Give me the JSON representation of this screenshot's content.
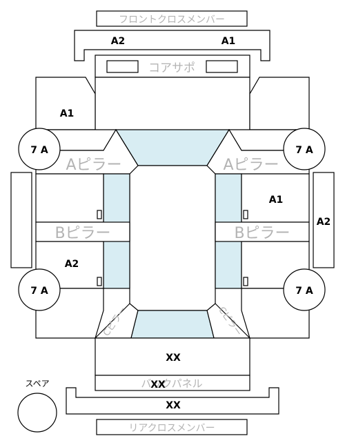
{
  "labels": {
    "front_cross_member": "フロントクロスメンバー",
    "core_support": "コアサポ",
    "a_pillar_left": "Aピラー",
    "a_pillar_right": "Aピラー",
    "b_pillar_left": "Bピラー",
    "b_pillar_right": "Bピラー",
    "c_pillar_left": "Cピラー",
    "c_pillar_right": "Cピラー",
    "back_panel": "バックパネル",
    "rear_cross_member": "リアクロスメンバー",
    "spare": "スペア"
  },
  "grades": {
    "front_member_left": "A2",
    "front_member_right": "A1",
    "fender_left": "A1",
    "wheel_front_left": "7 A",
    "wheel_front_right": "7 A",
    "wheel_rear_left": "7 A",
    "wheel_rear_right": "7 A",
    "door_front_right": "A1",
    "rocker_right": "A2",
    "door_rear_left": "A2",
    "trunk": "XX",
    "back_panel": "XX",
    "rear_member": "XX"
  }
}
